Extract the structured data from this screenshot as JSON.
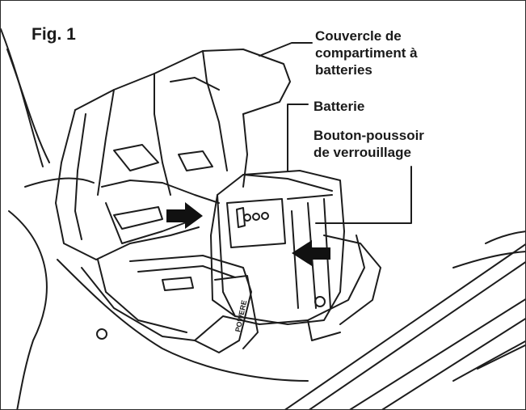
{
  "figure": {
    "label": "Fig. 1",
    "callouts": {
      "lid_line1": "Couvercle de",
      "lid_line2": "compartiment à",
      "lid_line3": "batteries",
      "battery": "Batterie",
      "button_line1": "Bouton-poussoir",
      "button_line2": "de verrouillage"
    },
    "battery_label": "POWERE"
  }
}
